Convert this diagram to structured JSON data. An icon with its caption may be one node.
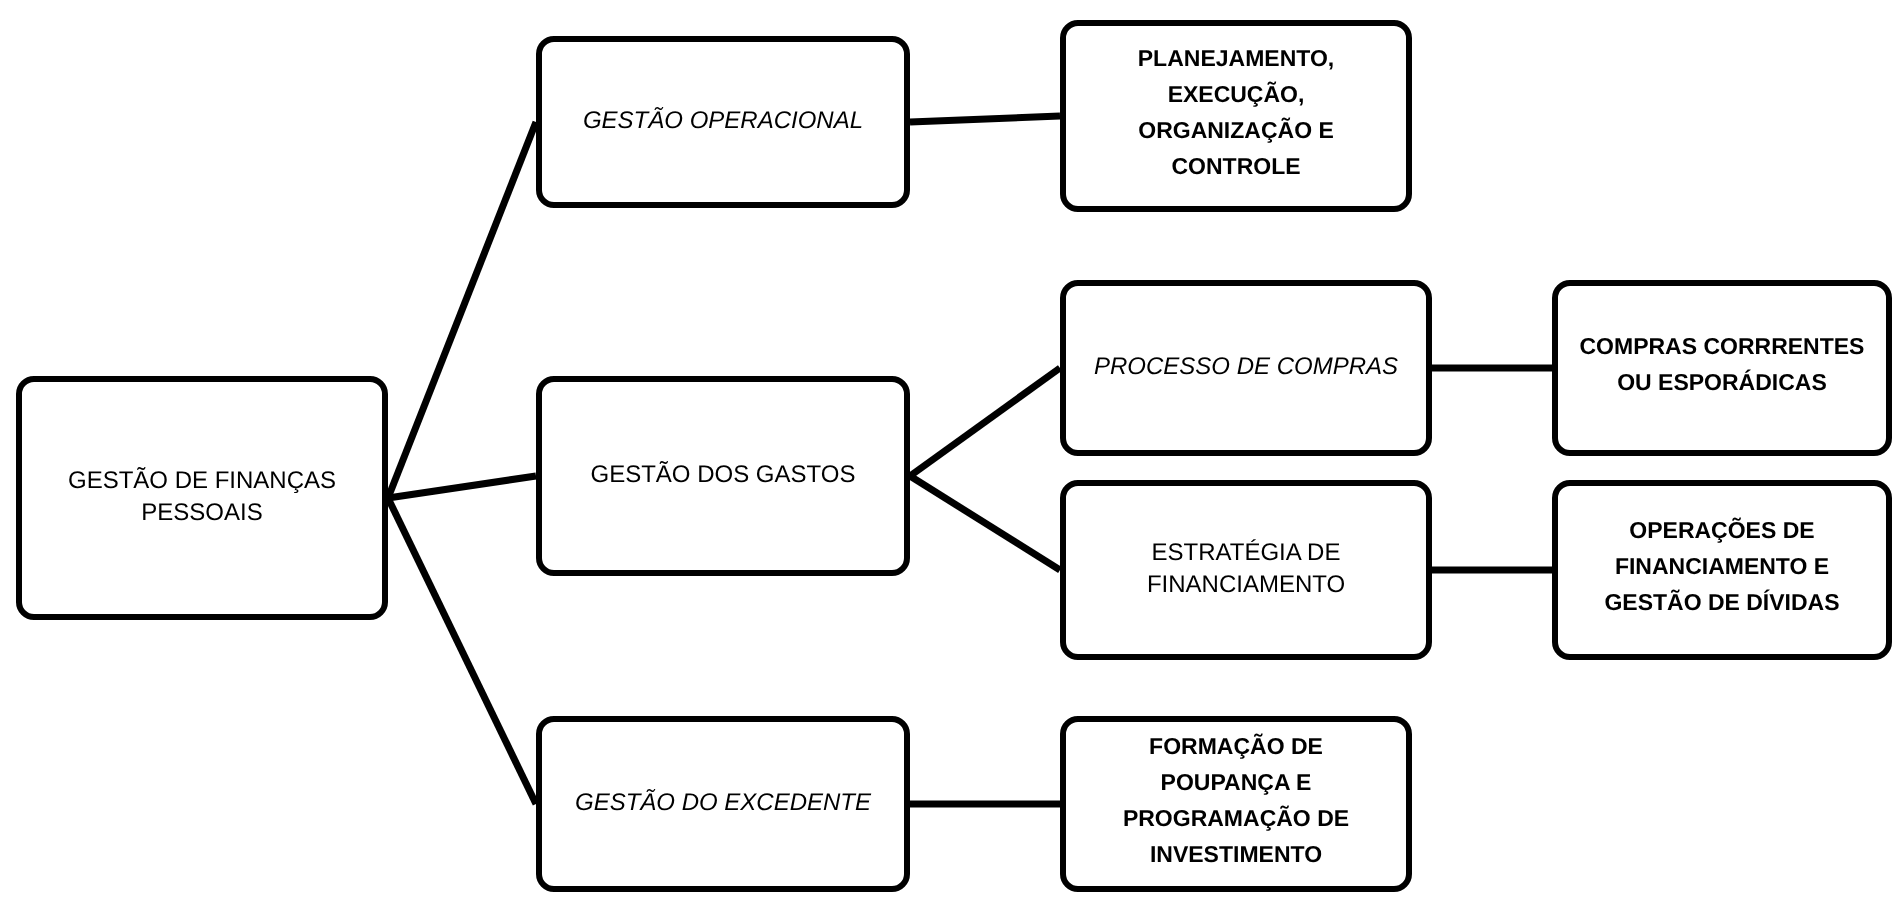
{
  "diagram": {
    "nodes": [
      {
        "text": [
          "GESTÃO DE FINANÇAS PESSOAIS"
        ]
      },
      {
        "text": [
          "GESTÃO OPERACIONAL"
        ]
      },
      {
        "text": [
          "PLANEJAMENTO, EXECUÇÃO, ORGANIZAÇÃO E CONTROLE"
        ]
      },
      {
        "text": [
          "GESTÃO DOS GASTOS"
        ]
      },
      {
        "text": [
          "PROCESSO DE COMPRAS"
        ]
      },
      {
        "text": [
          "COMPRAS CORRRENTES OU ESPORÁDICAS"
        ]
      },
      {
        "text": [
          "ESTRATÉGIA DE FINANCIAMENTO"
        ]
      },
      {
        "text": [
          "OPERAÇÕES DE FINANCIAMENTO E GESTÃO DE DÍVIDAS"
        ]
      },
      {
        "text": [
          "GESTÃO DO EXCEDENTE"
        ]
      },
      {
        "text": [
          "FORMAÇÃO DE POUPANÇA E PROGRAMAÇÃO DE INVESTIMENTO"
        ]
      }
    ],
    "edges": [
      {
        "from": 0,
        "to": 1,
        "arrow": "none"
      },
      {
        "from": 0,
        "to": 3,
        "arrow": "none"
      },
      {
        "from": 0,
        "to": 8,
        "arrow": "none"
      },
      {
        "from": 1,
        "to": 2,
        "arrow": "none"
      },
      {
        "from": 3,
        "to": 4,
        "arrow": "none"
      },
      {
        "from": 3,
        "to": 6,
        "arrow": "none"
      },
      {
        "from": 4,
        "to": 5,
        "arrow": "none"
      },
      {
        "from": 6,
        "to": 7,
        "arrow": "none"
      },
      {
        "from": 8,
        "to": 9,
        "arrow": "none"
      }
    ]
  }
}
